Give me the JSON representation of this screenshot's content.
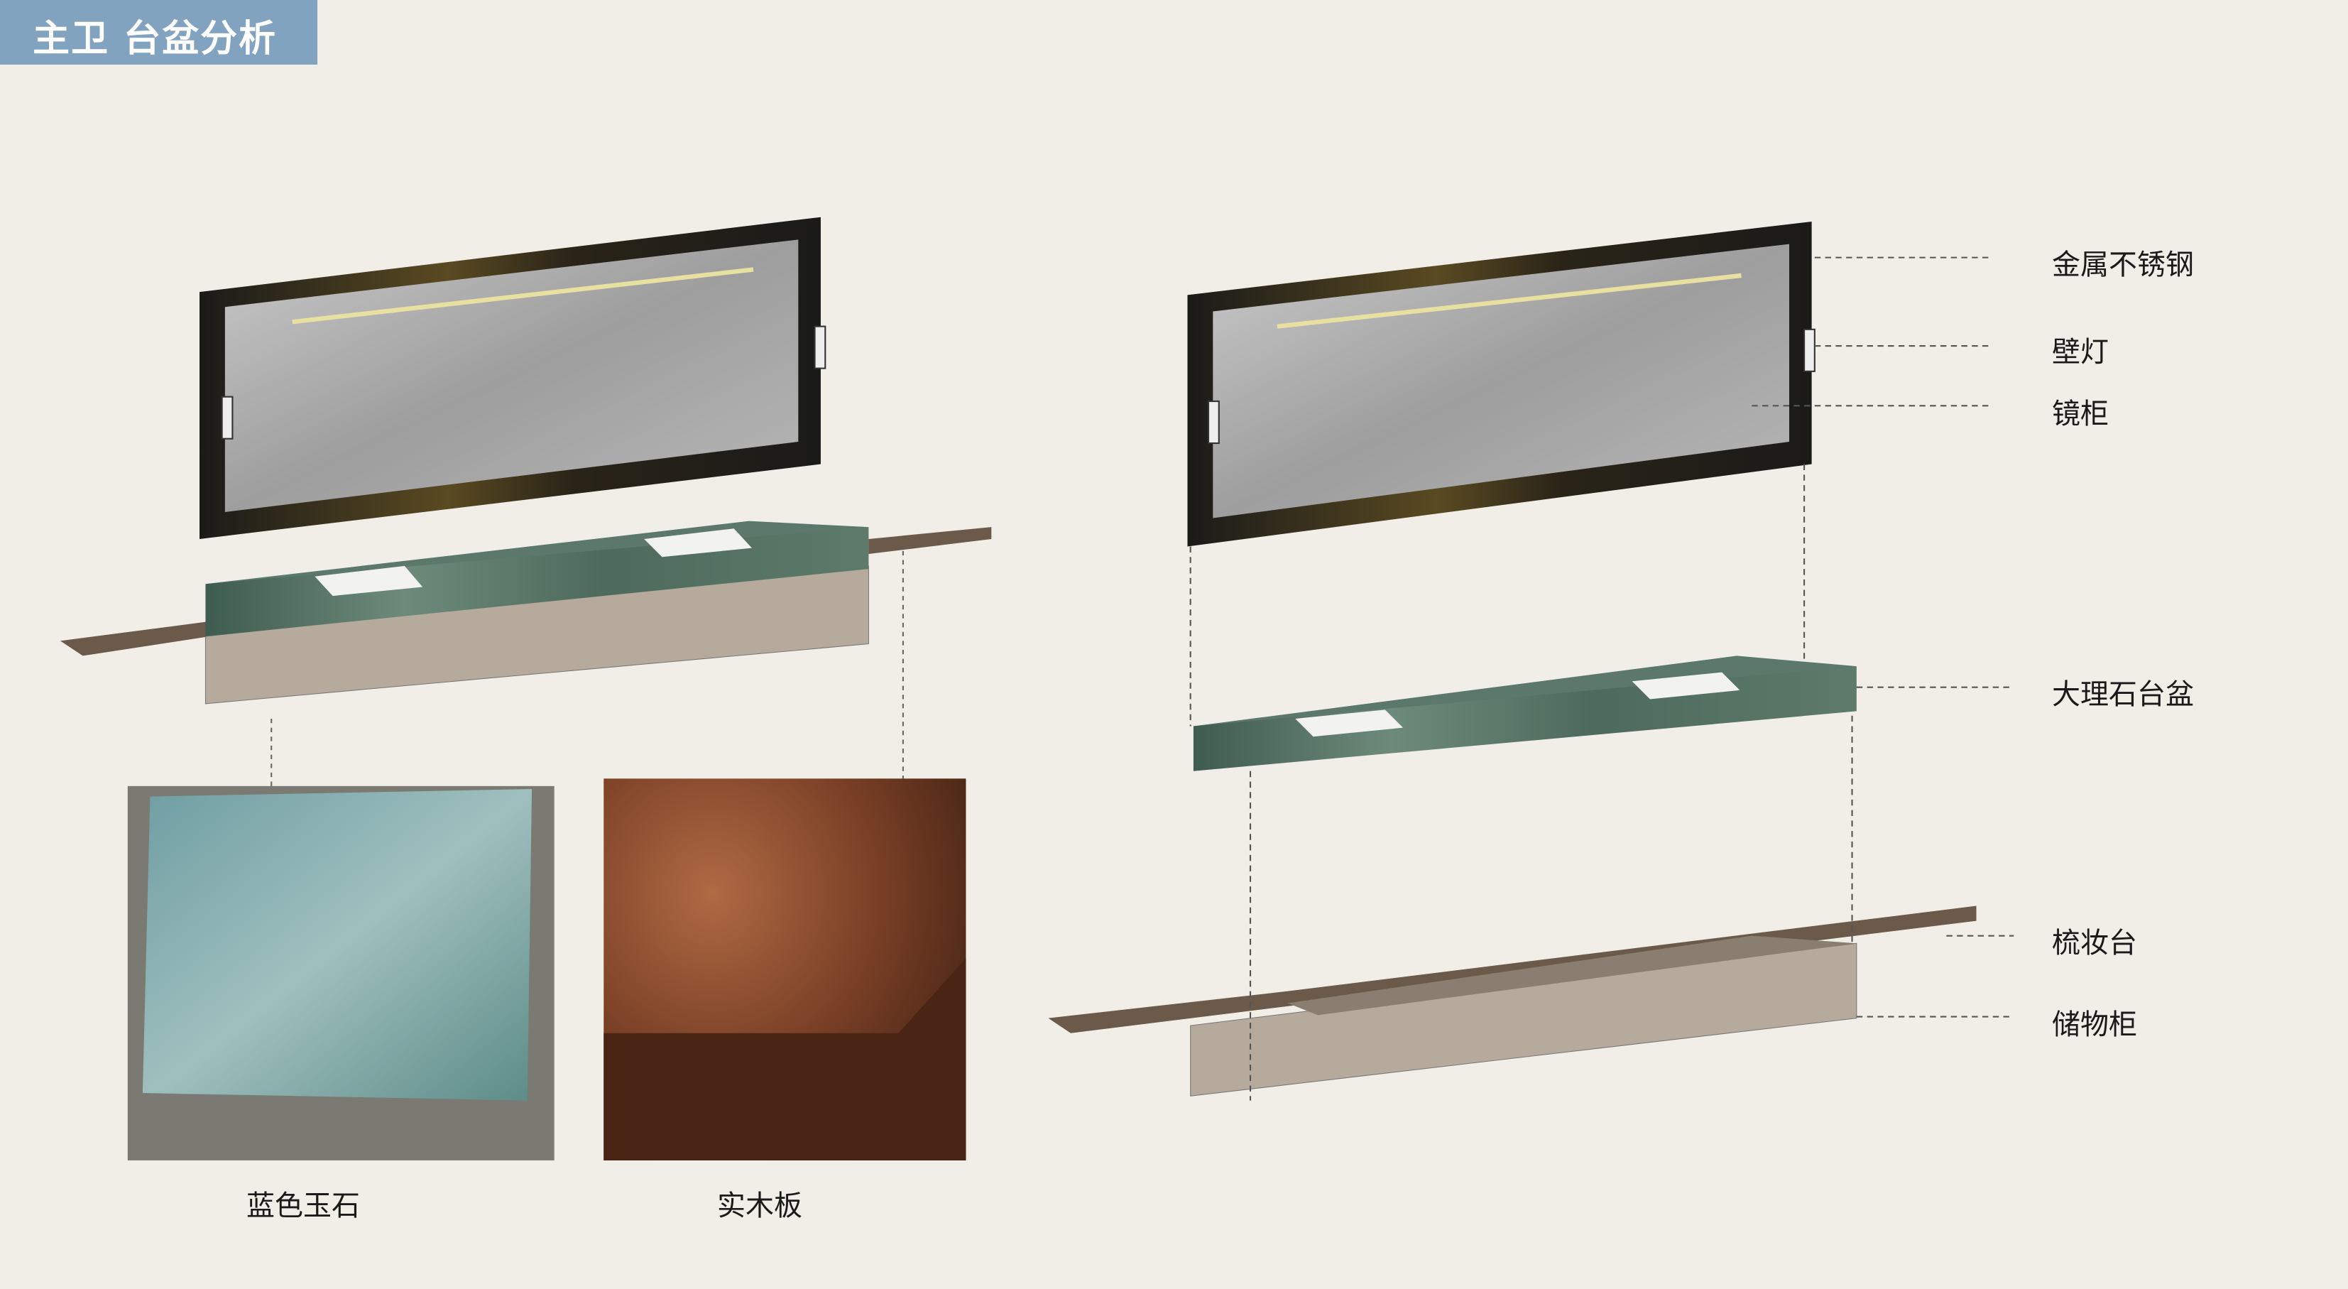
{
  "header": {
    "title": "主卫 台盆分析"
  },
  "materials": [
    {
      "label": "蓝色玉石"
    },
    {
      "label": "实木板"
    }
  ],
  "callouts": [
    {
      "label": "金属不锈钢"
    },
    {
      "label": "壁灯"
    },
    {
      "label": "镜柜"
    },
    {
      "label": "大理石台盆"
    },
    {
      "label": "梳妆台"
    },
    {
      "label": "储物柜"
    }
  ],
  "colors": {
    "title_bg": "#82a3c0",
    "background": "#f1eee8",
    "marble": "#4f6e62",
    "wood": "#7a4026",
    "frame": "#1c1c1a"
  }
}
